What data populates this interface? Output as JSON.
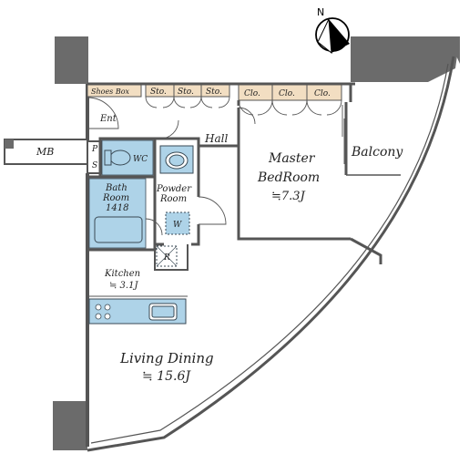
{
  "compass": {
    "label": "N"
  },
  "storage": {
    "shoes_box": "Shoes Box",
    "sto": "Sto.",
    "clo": "Clo."
  },
  "rooms": {
    "entrance": "Ent",
    "hall": "Hall",
    "mb": "MB",
    "ps_p": "P",
    "ps_s": "S",
    "wc": "WC",
    "bath_line1": "Bath",
    "bath_line2": "Room",
    "bath_line3": "1418",
    "powder_line1": "Powder",
    "powder_line2": "Room",
    "washer": "W",
    "fridge": "R",
    "kitchen_name": "Kitchen",
    "kitchen_size": "≒ 3.1J",
    "master_line1": "Master",
    "master_line2": "BedRoom",
    "master_size": "≒7.3J",
    "balcony": "Balcony",
    "living_name": "Living Dining",
    "living_size": "≒ 15.6J"
  },
  "colors": {
    "wall": "#666666",
    "wall_dark": "#333333",
    "storage": "#f2dec2",
    "fixture": "#aed3e8",
    "fixture_stroke": "#3a4a55"
  }
}
